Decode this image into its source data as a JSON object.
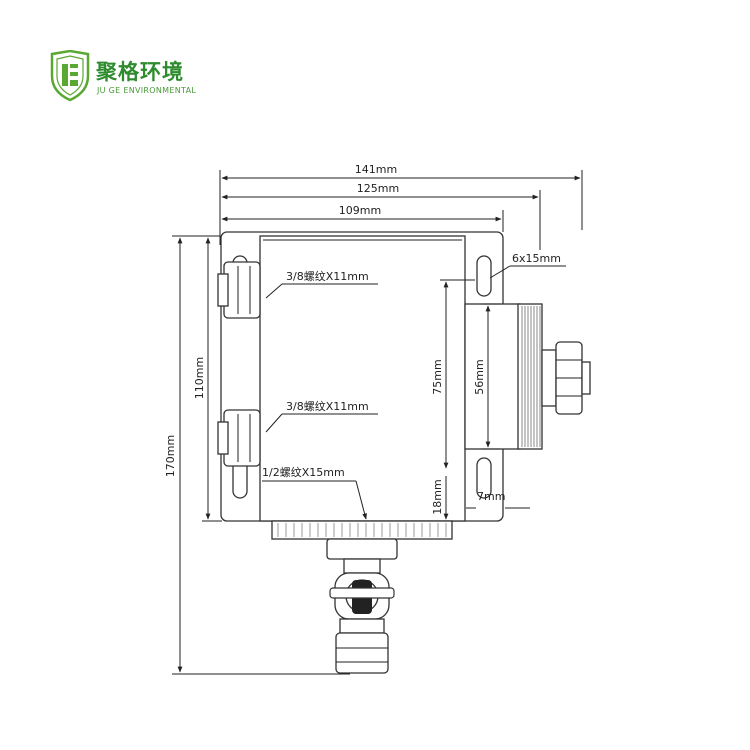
{
  "logo": {
    "title": "聚格环境",
    "subtitle": "JU GE ENVIRONMENTAL",
    "icon": "shield-logo-icon",
    "color": "#2e8b2e"
  },
  "dimensions": {
    "overall_width": "141mm",
    "mount_width": "125mm",
    "body_width": "109mm",
    "slot_size": "6x15mm",
    "thread_upper": "3/8螺纹X11mm",
    "thread_lower": "3/8螺纹X11mm",
    "thread_bottom": "1/2螺纹X15mm",
    "height_75": "75mm",
    "height_56": "56mm",
    "height_110": "110mm",
    "height_170": "170mm",
    "depth_18": "18mm",
    "offset_7": "7mm"
  }
}
